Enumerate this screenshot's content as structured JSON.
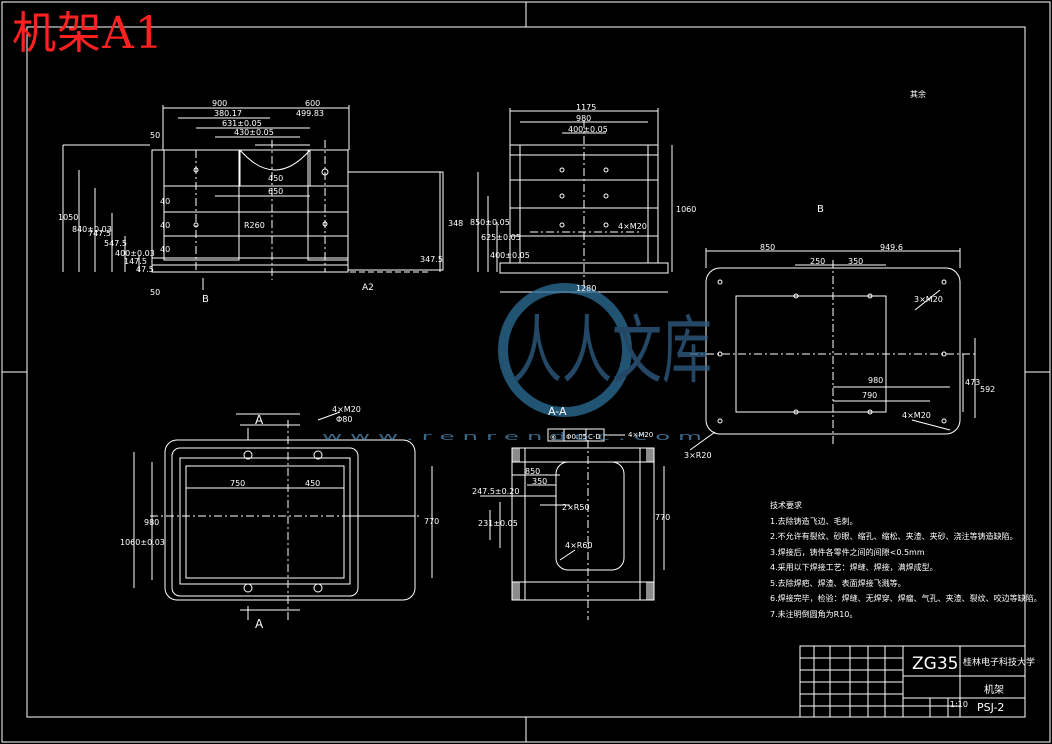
{
  "sheet": {
    "title": "机架A1",
    "roughness": "其余"
  },
  "views": {
    "front": {
      "dims": [
        "900",
        "380.17",
        "600",
        "499.83",
        "631±0.05",
        "430±0.05",
        "450",
        "650",
        "R260",
        "50",
        "1050",
        "840±0.03",
        "747.5",
        "547.5",
        "400±0.03",
        "147.5",
        "47.5",
        "40",
        "40",
        "40",
        "348",
        "347.5",
        "50"
      ],
      "cut": "A2",
      "arrow_b": "B"
    },
    "side": {
      "dims": [
        "1175",
        "980",
        "400±0.05",
        "850±0.05",
        "625±0.05",
        "400±0.05",
        "1060",
        "1280",
        "4×M20"
      ]
    },
    "view_b": {
      "label": "B",
      "dims": [
        "850",
        "949.6",
        "250",
        "350",
        "980",
        "790",
        "473",
        "592",
        "3×M20",
        "4×M20",
        "3×R20"
      ]
    },
    "section": {
      "label_top": "A",
      "label_bottom": "A",
      "dims": [
        "750",
        "450",
        "980",
        "1060±0.03",
        "770",
        "4×M20",
        "Φ80"
      ]
    },
    "section_aa": {
      "label": "A-A",
      "dims": [
        "850",
        "350",
        "247.5±0.20",
        "231±0.05",
        "2×R50",
        "4×R60",
        "770"
      ],
      "frame": [
        "◎",
        "Φ0.05",
        "C-D"
      ],
      "surface": "4×M20"
    }
  },
  "watermark": {
    "text": "人人文库",
    "url": "w w w . r e n r e n d o c . c o m"
  },
  "tech_notes": {
    "title": "技术要求",
    "items": [
      "1.去除铸造飞边、毛刺。",
      "2.不允许有裂纹、砂眼、缩孔、缩松、夹渣、夹砂、浇注等铸造缺陷。",
      "3.焊接后，铸件各零件之间的间隙<0.5mm",
      "4.采用以下焊接工艺：焊缝、焊接，满焊成型。",
      "5.去除焊疤、焊渣、表面焊接飞溅等。",
      "6.焊接完毕，检验：焊缝、无焊穿、焊瘤、气孔、夹渣、裂纹、咬边等缺陷。",
      "7.未注明倒圆角为R10。"
    ]
  },
  "title_block": {
    "material": "ZG35",
    "school": "桂林电子科技大学",
    "part": "机架",
    "code": "PSJ-2",
    "scale": "1:10"
  }
}
